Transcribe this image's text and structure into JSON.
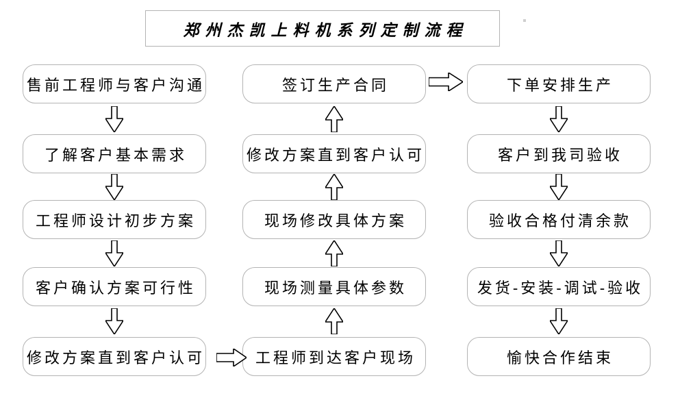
{
  "title": "郑州杰凯上料机系列定制流程",
  "columns": {
    "left": [
      "售前工程师与客户沟通",
      "了解客户基本需求",
      "工程师设计初步方案",
      "客户确认方案可行性",
      "修改方案直到客户认可"
    ],
    "middle": [
      "签订生产合同",
      "修改方案直到客户认可",
      "现场修改具体方案",
      "现场测量具体参数",
      "工程师到达客户现场"
    ],
    "right": [
      "下单安排生产",
      "客户到我司验收",
      "验收合格付清余款",
      "发货-安装-调试-验收",
      "愉快合作结束"
    ]
  },
  "flow": {
    "left_column_direction": "down",
    "middle_column_direction": "up",
    "right_column_direction": "down",
    "cross_links": [
      {
        "from": "修改方案直到客户认可",
        "to": "工程师到达客户现场",
        "direction": "right"
      },
      {
        "from": "签订生产合同",
        "to": "下单安排生产",
        "direction": "right"
      }
    ]
  },
  "colors": {
    "background": "#ffffff",
    "box_border": "#b3b3b3",
    "text": "#000000",
    "arrow_outline": "#000000",
    "arrow_fill": "#ffffff"
  }
}
